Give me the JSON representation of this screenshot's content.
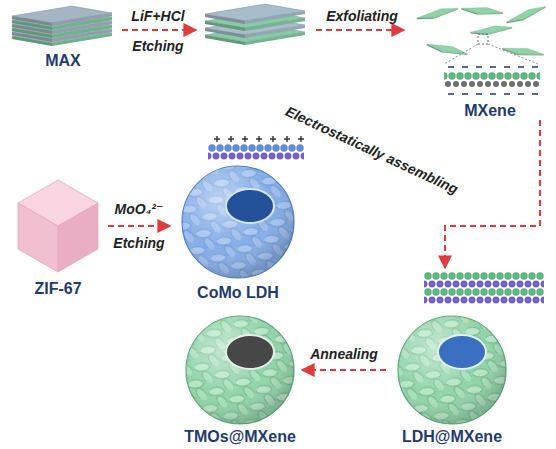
{
  "diagram": {
    "nodes": [
      {
        "text": [
          "MAX"
        ]
      },
      {
        "text": [
          "MXene"
        ]
      },
      {
        "text": [
          "ZIF-67"
        ]
      },
      {
        "text": [
          "CoMo LDH"
        ]
      },
      {
        "text": [
          "LDH@MXene"
        ]
      },
      {
        "text": [
          "TMOs@MXene"
        ]
      }
    ],
    "edges": [
      {
        "from": 2,
        "to": 3,
        "arrow": "to"
      },
      {
        "from": 1,
        "to": 4,
        "arrow": "to",
        "label": "Electrostatically assembling"
      },
      {
        "from": 4,
        "to": 5,
        "arrow": "to",
        "label": "Annealing"
      }
    ],
    "labels": [
      "LiF+HCl",
      "Etching",
      "Exfoliating",
      "MoO₄²⁻",
      "Etching"
    ]
  }
}
